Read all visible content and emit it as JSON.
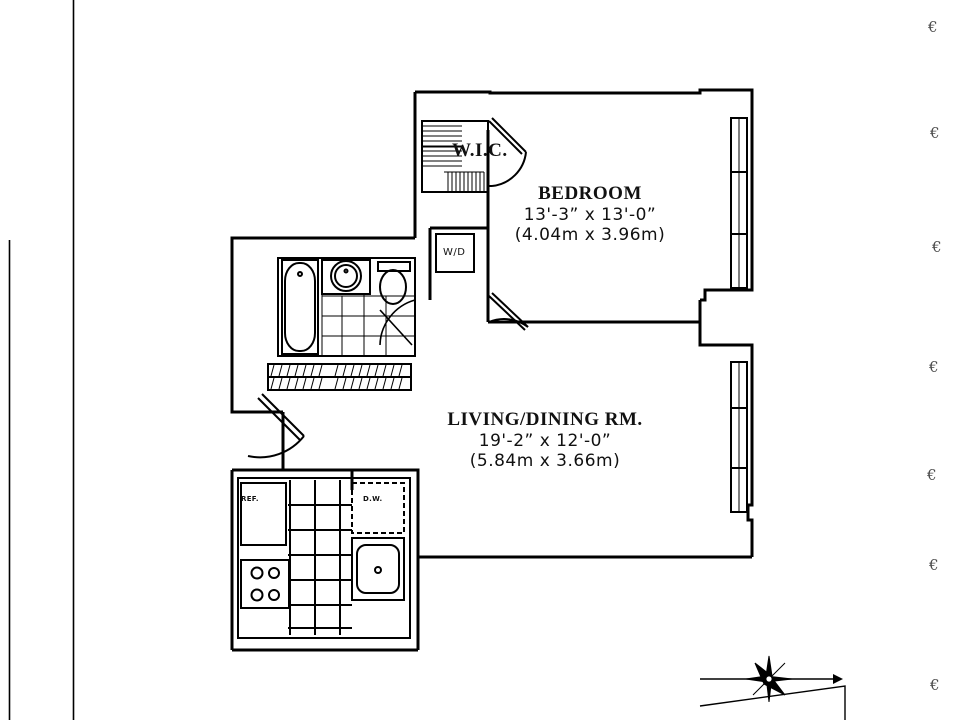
{
  "document": {
    "type": "residential-floor-plan",
    "page_background": "#ffffff",
    "line_color": "#000000"
  },
  "rooms": [
    {
      "id": "bedroom",
      "name": "BEDROOM",
      "dim_imperial": "13'-3”  x  13'-0”",
      "dim_metric": "(4.04m  x  3.96m)"
    },
    {
      "id": "living_dining",
      "name": "LIVING/DINING RM.",
      "dim_imperial": "19'-2”  x  12'-0”",
      "dim_metric": "(5.84m  x  3.66m)"
    }
  ],
  "labels": {
    "walk_in_closet": "W.I.C.",
    "washer_dryer": "W/D",
    "refrigerator": "REF.",
    "dishwasher": "D.W."
  },
  "fixtures": [
    {
      "id": "bathtub",
      "room": "bathroom",
      "icon": "bathtub-icon"
    },
    {
      "id": "lavatory",
      "room": "bathroom",
      "icon": "sink-icon"
    },
    {
      "id": "toilet",
      "room": "bathroom",
      "icon": "toilet-icon"
    },
    {
      "id": "range",
      "room": "kitchen",
      "icon": "range-icon",
      "burners": 4
    },
    {
      "id": "kitchen_sink",
      "room": "kitchen",
      "icon": "kitchen-sink-icon"
    },
    {
      "id": "refrigerator",
      "room": "kitchen",
      "icon": "refrigerator-icon"
    },
    {
      "id": "dishwasher",
      "room": "kitchen",
      "icon": "dishwasher-icon"
    },
    {
      "id": "washer_dryer",
      "room": "foyer",
      "icon": "washer-dryer-icon"
    }
  ],
  "doors": [
    {
      "id": "wic_door",
      "type": "swing",
      "room": "walk-in-closet"
    },
    {
      "id": "bedroom_door",
      "type": "swing",
      "room": "bedroom"
    },
    {
      "id": "entry_door",
      "type": "swing",
      "room": "entry-foyer"
    }
  ],
  "windows": [
    {
      "id": "bedroom_window",
      "wall": "east",
      "panes": 3
    },
    {
      "id": "living_window",
      "wall": "east",
      "panes": 3
    }
  ],
  "compass": {
    "icon": "compass-rose-icon",
    "points": 8
  },
  "edge_marks": {
    "icon": "clipped-glyph-icon",
    "count": 7,
    "note": "partial scanned glyphs clipped at right page edge"
  },
  "page_rules": {
    "left_rule_long": true,
    "left_rule_short": true
  }
}
